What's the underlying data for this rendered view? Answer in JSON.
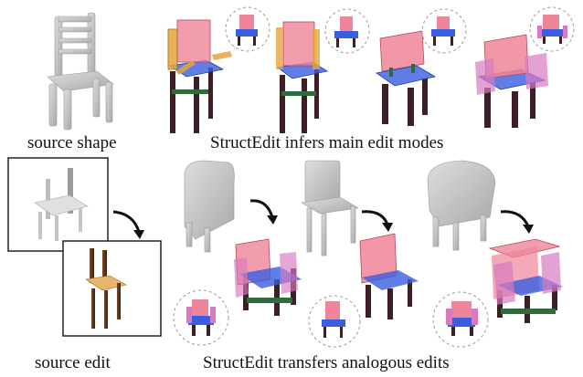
{
  "captions": {
    "source_shape": "source shape",
    "infers": "StructEdit infers main edit modes",
    "source_edit": "source edit",
    "transfers": "StructEdit transfers analogous edits"
  },
  "colors": {
    "pink": "#ee8598",
    "blue": "#3a5ee0",
    "orange": "#e5a43c",
    "green": "#2f6b3d",
    "dark_leg": "#3d1f25",
    "grey_shape": "#c9c9c9"
  }
}
